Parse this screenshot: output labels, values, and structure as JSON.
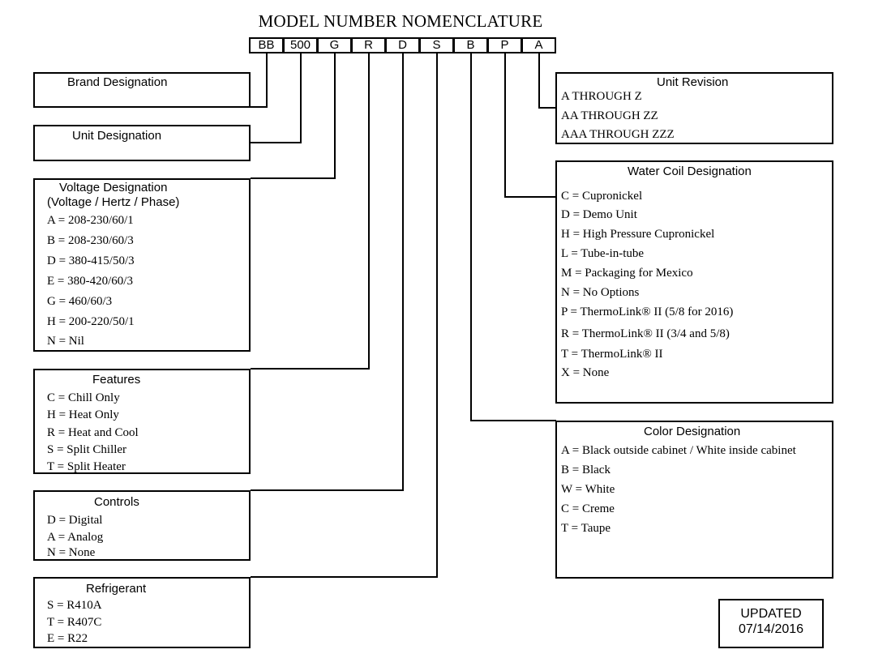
{
  "title": "MODEL NUMBER NOMENCLATURE",
  "codes": [
    "BB",
    "500",
    "G",
    "R",
    "D",
    "S",
    "B",
    "P",
    "A"
  ],
  "brand": {
    "header": "Brand Designation"
  },
  "unit": {
    "header": "Unit Designation"
  },
  "voltage": {
    "header": "Voltage Designation",
    "subheader": "(Voltage / Hertz / Phase)",
    "items": [
      "A = 208-230/60/1",
      "B = 208-230/60/3",
      "D = 380-415/50/3",
      "E = 380-420/60/3",
      "G = 460/60/3",
      "H = 200-220/50/1",
      "N = Nil"
    ]
  },
  "features": {
    "header": "Features",
    "items": [
      "C = Chill Only",
      "H = Heat Only",
      "R = Heat and Cool",
      "S = Split Chiller",
      "T = Split Heater"
    ]
  },
  "controls": {
    "header": "Controls",
    "items": [
      "D = Digital",
      "A = Analog",
      "N = None"
    ]
  },
  "refrigerant": {
    "header": "Refrigerant",
    "items": [
      "S = R410A",
      "T = R407C",
      "E = R22"
    ]
  },
  "revision": {
    "header": "Unit Revision",
    "items": [
      "A THROUGH Z",
      "AA THROUGH ZZ",
      "AAA THROUGH ZZZ"
    ]
  },
  "water_coil": {
    "header": "Water Coil Designation",
    "items": [
      "C = Cupronickel",
      "D = Demo Unit",
      "H = High Pressure Cupronickel",
      "L = Tube-in-tube",
      "M = Packaging for Mexico",
      "N = No Options",
      "P = ThermoLink® II (5/8 for 2016)",
      "R = ThermoLink® II (3/4 and 5/8)",
      "T = ThermoLink® II",
      "X = None"
    ]
  },
  "color": {
    "header": "Color Designation",
    "items": [
      "A = Black outside cabinet / White inside cabinet",
      "B = Black",
      "W = White",
      "C = Creme",
      "T = Taupe"
    ]
  },
  "updated": {
    "label": "UPDATED",
    "date": "07/14/2016"
  }
}
